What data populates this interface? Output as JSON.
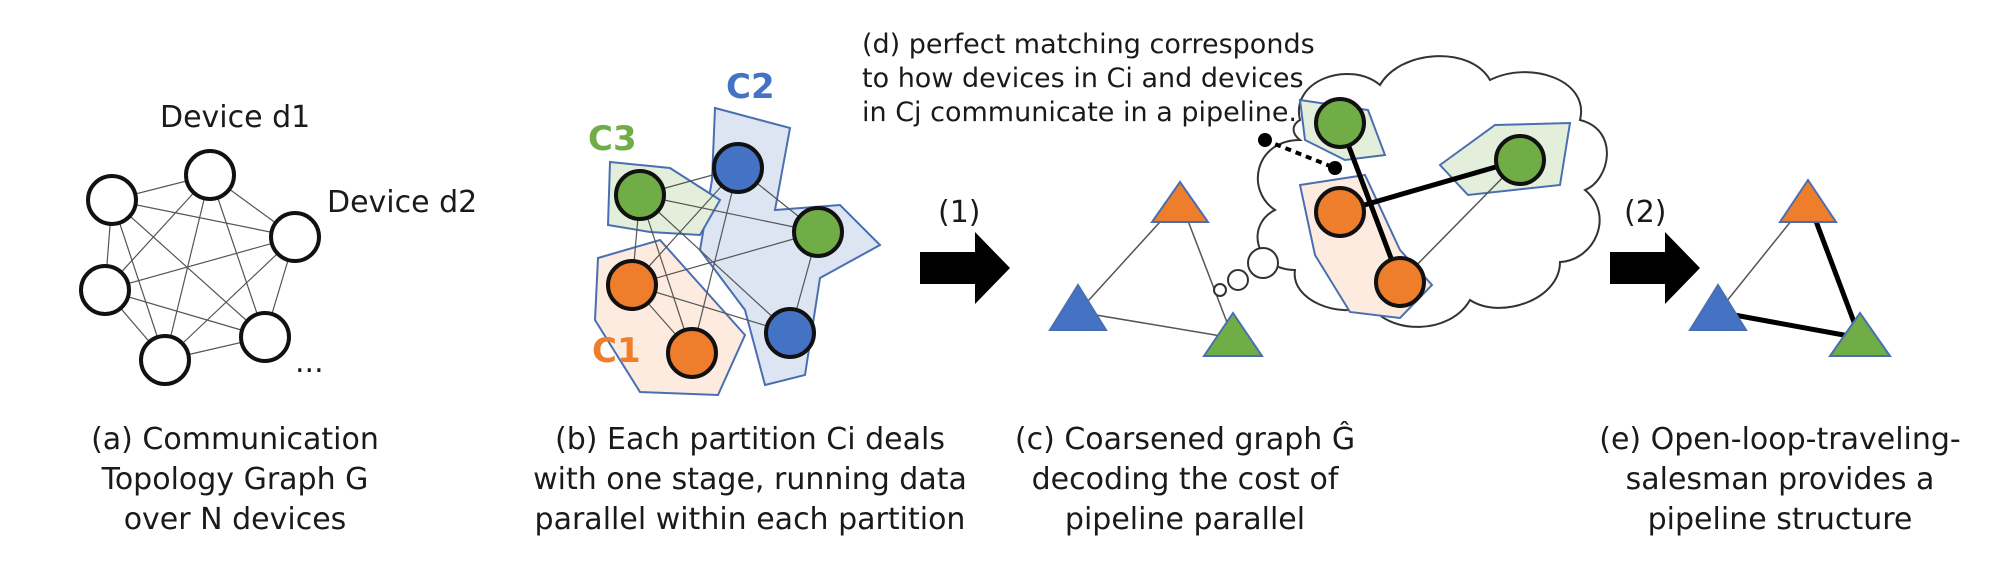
{
  "panel_a": {
    "device1_label": "Device d1",
    "device2_label": "Device d2",
    "ellipsis": "...",
    "caption": [
      "(a) Communication",
      "Topology Graph G",
      "over N devices"
    ]
  },
  "panel_b": {
    "c1_label": "C1",
    "c2_label": "C2",
    "c3_label": "C3",
    "caption": [
      "(b) Each partition Ci deals",
      "with one stage, running data",
      "parallel within each partition"
    ]
  },
  "arrows": {
    "step1": "(1)",
    "step2": "(2)"
  },
  "panel_c": {
    "caption": [
      "(c) Coarsened graph  Ĝ",
      "decoding the cost of",
      "pipeline parallel"
    ]
  },
  "panel_d": {
    "note": [
      "(d) perfect matching corresponds",
      "to how devices in Ci and devices",
      "in Cj communicate in a pipeline."
    ]
  },
  "panel_e": {
    "caption": [
      "(e) Open-loop-traveling-",
      "salesman provides a",
      "pipeline structure"
    ]
  },
  "colors": {
    "orange": "#ee7d2c",
    "blue": "#4472c4",
    "green": "#70ad47",
    "orange_fill": "#fdebdf",
    "blue_fill": "#dde5f3",
    "green_fill": "#e3efdb"
  }
}
